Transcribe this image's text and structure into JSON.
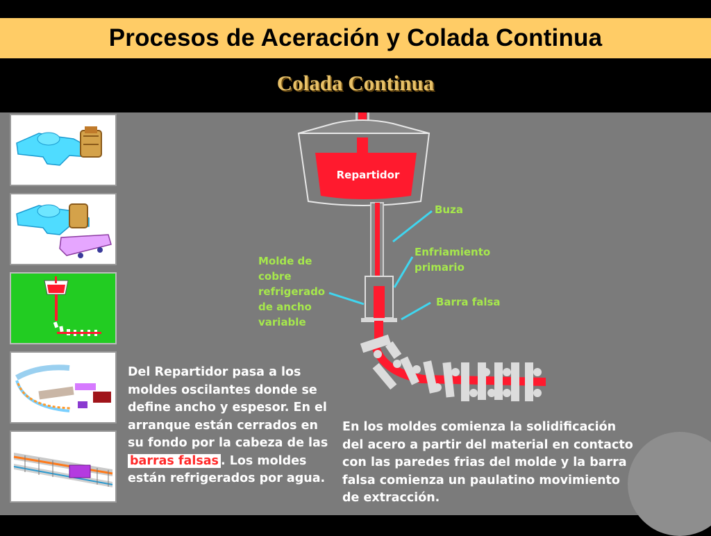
{
  "slide": {
    "title": "Procesos de Aceración y Colada Continua",
    "subtitle": "Colada Continua"
  },
  "diagram": {
    "repartidor_label": "Repartidor",
    "labels": {
      "buza": "Buza",
      "enfriamiento": "Enfriamiento\nprimario",
      "barra_falsa": "Barra falsa",
      "molde": "Molde de\ncobre\nrefrigerado\nde ancho\nvariable"
    }
  },
  "text": {
    "left_before": "Del Repartidor pasa a los moldes oscilantes donde se define ancho y espesor. En el arranque están cerrados en su fondo por la cabeza de las",
    "left_highlight": "barras falsas",
    "left_after": ". Los moldes están refrigerados por agua.",
    "right": "En los moldes comienza la solidificación del acero a partir del material en contacto con las paredes frias del molde y la barra falsa comienza un paulatino movimiento de extracción."
  },
  "colors": {
    "accent_title_bar": "#ffcc66",
    "subtitle_gold": "#e8c168",
    "steel_red": "#ff1a2e",
    "label_cyan": "#3fd6f0",
    "label_green": "#a6e84c",
    "thumb_active": "#22cc22"
  }
}
